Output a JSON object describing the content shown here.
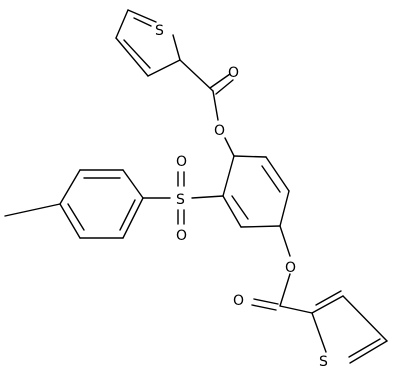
{
  "colors": {
    "bond": "#000000",
    "label": "#000000",
    "background": "#ffffff"
  },
  "atoms": {
    "s_top": "S",
    "o_carbonyl_top": "O",
    "o_ester_top": "O",
    "s_sulfonyl": "S",
    "o_sulfonyl_up": "O",
    "o_sulfonyl_down": "O",
    "o_ester_bottom": "O",
    "o_carbonyl_bottom": "O",
    "s_bottom": "S"
  }
}
